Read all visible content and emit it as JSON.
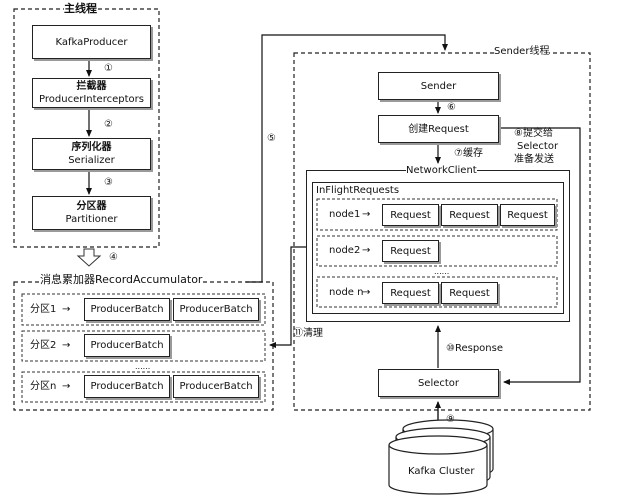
{
  "main_thread": {
    "title": "主线程",
    "producer": "KafkaProducer",
    "interceptor_cn": "拦截器",
    "interceptor_en": "ProducerInterceptors",
    "serializer_cn": "序列化器",
    "serializer_en": "Serializer",
    "partitioner_cn": "分区器",
    "partitioner_en": "Partitioner",
    "steps": [
      "①",
      "②",
      "③",
      "④"
    ]
  },
  "accumulator": {
    "title": "消息累加器RecordAccumulator",
    "partitions": [
      {
        "label": "分区1",
        "batches": [
          "ProducerBatch",
          "ProducerBatch"
        ]
      },
      {
        "label": "分区2",
        "batches": [
          "ProducerBatch"
        ]
      },
      {
        "label": "分区n",
        "batches": [
          "ProducerBatch",
          "ProducerBatch"
        ]
      }
    ],
    "ellipsis": "......"
  },
  "sender_thread": {
    "title": "Sender线程",
    "sender": "Sender",
    "create_request": "创建Request",
    "network_client": "NetworkClient",
    "inflight": "InFlightRequests",
    "nodes": [
      {
        "label": "node1",
        "requests": [
          "Request",
          "Request",
          "Request"
        ]
      },
      {
        "label": "node2",
        "requests": [
          "Request"
        ]
      },
      {
        "label": "node n",
        "requests": [
          "Request",
          "Request"
        ]
      }
    ],
    "ellipsis": "......",
    "selector": "Selector"
  },
  "cluster": "Kafka Cluster",
  "annotations": {
    "step5": "⑤",
    "step6": "⑥",
    "step7": "⑦缓存",
    "step8_line1": "⑧提交给",
    "step8_line2": "Selector",
    "step8_line3": "准备发送",
    "step9": "⑨",
    "step10": "⑩Response",
    "step11": "⑪清理"
  }
}
